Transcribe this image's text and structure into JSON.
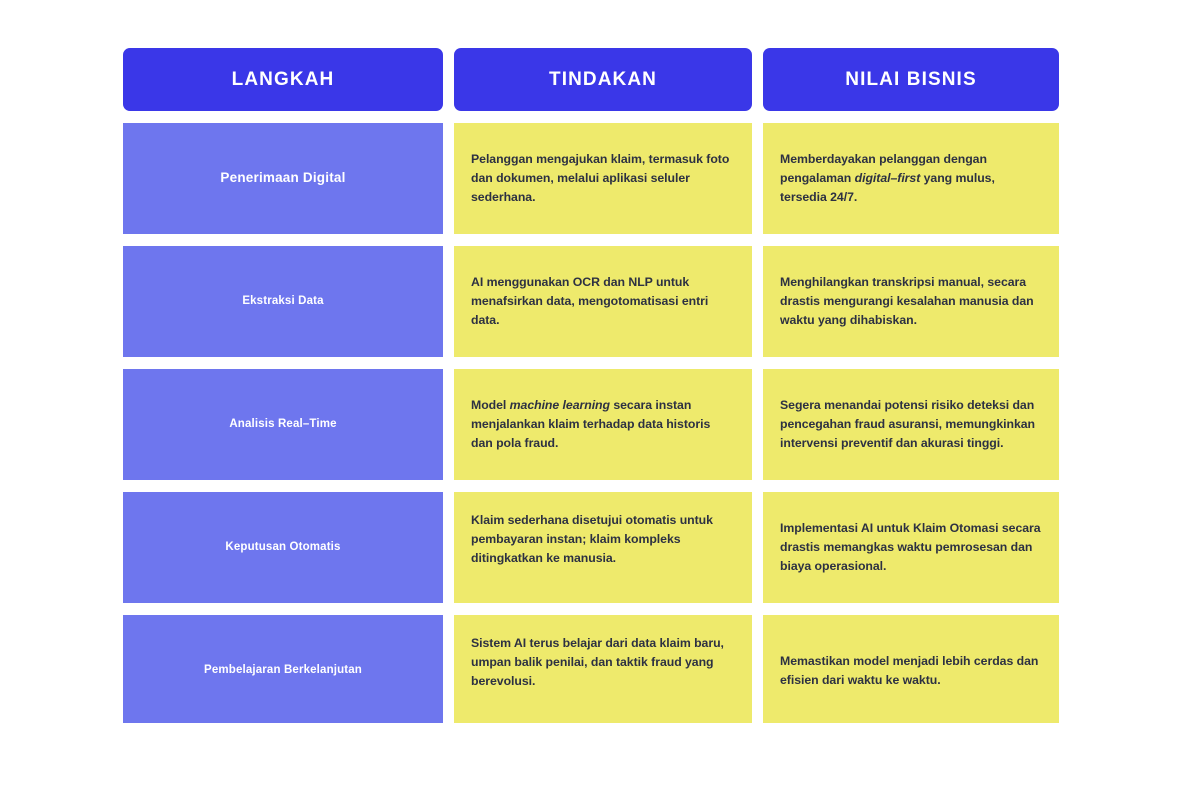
{
  "table": {
    "columns": [
      {
        "key": "langkah",
        "label": "LANGKAH"
      },
      {
        "key": "tindakan",
        "label": "TINDAKAN"
      },
      {
        "key": "nilai_bisnis",
        "label": "NILAI BISNIS"
      }
    ],
    "colors": {
      "header_bg": "#3A37E8",
      "header_text": "#FFFFFF",
      "step_bg": "#6E76EE",
      "step_text": "#FFFFFF",
      "cell_bg": "#EEEA6C",
      "cell_text": "#2D3142",
      "page_bg": "#FFFFFF"
    },
    "rows": [
      {
        "langkah": "Penerimaan Digital",
        "tindakan": "Pelanggan mengajukan klaim, termasuk foto dan dokumen, melalui aplikasi seluler sederhana.",
        "tindakan_html": "Pelanggan mengajukan klaim, termasuk foto dan dokumen, melalui aplikasi seluler sederhana.",
        "nilai_bisnis": "Memberdayakan pelanggan dengan pengalaman digital-first yang mulus, tersedia 24/7.",
        "nilai_bisnis_html": "Memberdayakan pelanggan dengan pengalaman <em>digital–first</em> yang mulus, tersedia 24/7."
      },
      {
        "langkah": "Ekstraksi Data",
        "tindakan": "AI menggunakan OCR dan NLP untuk menafsirkan data, mengotomatisasi entri data.",
        "tindakan_html": "AI menggunakan OCR dan NLP untuk menafsirkan data, mengotomatisasi entri data.",
        "nilai_bisnis": "Menghilangkan transkripsi manual, secara drastis mengurangi kesalahan manusia dan waktu yang dihabiskan.",
        "nilai_bisnis_html": "Menghilangkan transkripsi manual, secara drastis mengurangi kesalahan manusia dan waktu yang dihabiskan."
      },
      {
        "langkah": "Analisis Real–Time",
        "tindakan": "Model machine learning secara instan menjalankan klaim terhadap data historis dan pola fraud.",
        "tindakan_html": "Model <em>machine learning</em> secara instan menjalankan klaim terhadap data historis dan pola fraud.",
        "nilai_bisnis": "Segera menandai potensi risiko deteksi dan pencegahan fraud asuransi, memungkinkan intervensi preventif dan akurasi tinggi.",
        "nilai_bisnis_html": "Segera menandai potensi risiko deteksi dan pencegahan fraud asuransi, memungkinkan intervensi preventif dan akurasi tinggi."
      },
      {
        "langkah": "Keputusan Otomatis",
        "tindakan": "Klaim sederhana disetujui otomatis untuk pembayaran instan; klaim kompleks ditingkatkan ke manusia.",
        "tindakan_html": "Klaim sederhana disetujui otomatis untuk pembayaran instan; klaim kompleks ditingkatkan ke manusia.",
        "nilai_bisnis": "Implementasi AI untuk Klaim Otomasi secara drastis memangkas waktu pemrosesan dan biaya operasional.",
        "nilai_bisnis_html": "Implementasi AI untuk Klaim Otomasi secara drastis memangkas waktu pemrosesan dan biaya operasional."
      },
      {
        "langkah": "Pembelajaran Berkelanjutan",
        "tindakan": "Sistem AI terus belajar dari data klaim baru, umpan balik penilai, dan taktik fraud yang berevolusi.",
        "tindakan_html": "Sistem AI terus belajar dari data klaim baru, umpan balik penilai, dan taktik fraud yang berevolusi.",
        "nilai_bisnis": "Memastikan model menjadi lebih cerdas dan efisien dari waktu ke waktu.",
        "nilai_bisnis_html": "Memastikan model menjadi lebih cerdas dan efisien dari waktu ke waktu."
      }
    ]
  }
}
